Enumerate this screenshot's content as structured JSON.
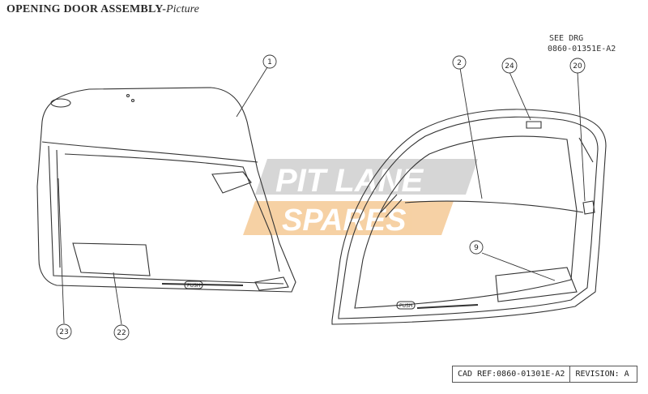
{
  "header": {
    "title_main": "OPENING DOOR ASSEMBLY",
    "title_sep": "-",
    "title_sub": "Picture"
  },
  "reference": {
    "see_drg_label": "SEE DRG",
    "see_drg_number": "0860-01351E-A2"
  },
  "callouts": {
    "c1": "1",
    "c2": "2",
    "c9": "9",
    "c20": "20",
    "c22": "22",
    "c23": "23",
    "c24": "24"
  },
  "labels": {
    "push_left": "PUSH",
    "push_right": "PUSH"
  },
  "watermark": {
    "line1": "PIT LANE",
    "line2": "SPARES",
    "colors": {
      "dark": "#b8b8b8",
      "accent": "#f2b46a"
    }
  },
  "title_block": {
    "cad_ref": "CAD REF:0860-01301E-A2",
    "revision": "REVISION: A"
  }
}
